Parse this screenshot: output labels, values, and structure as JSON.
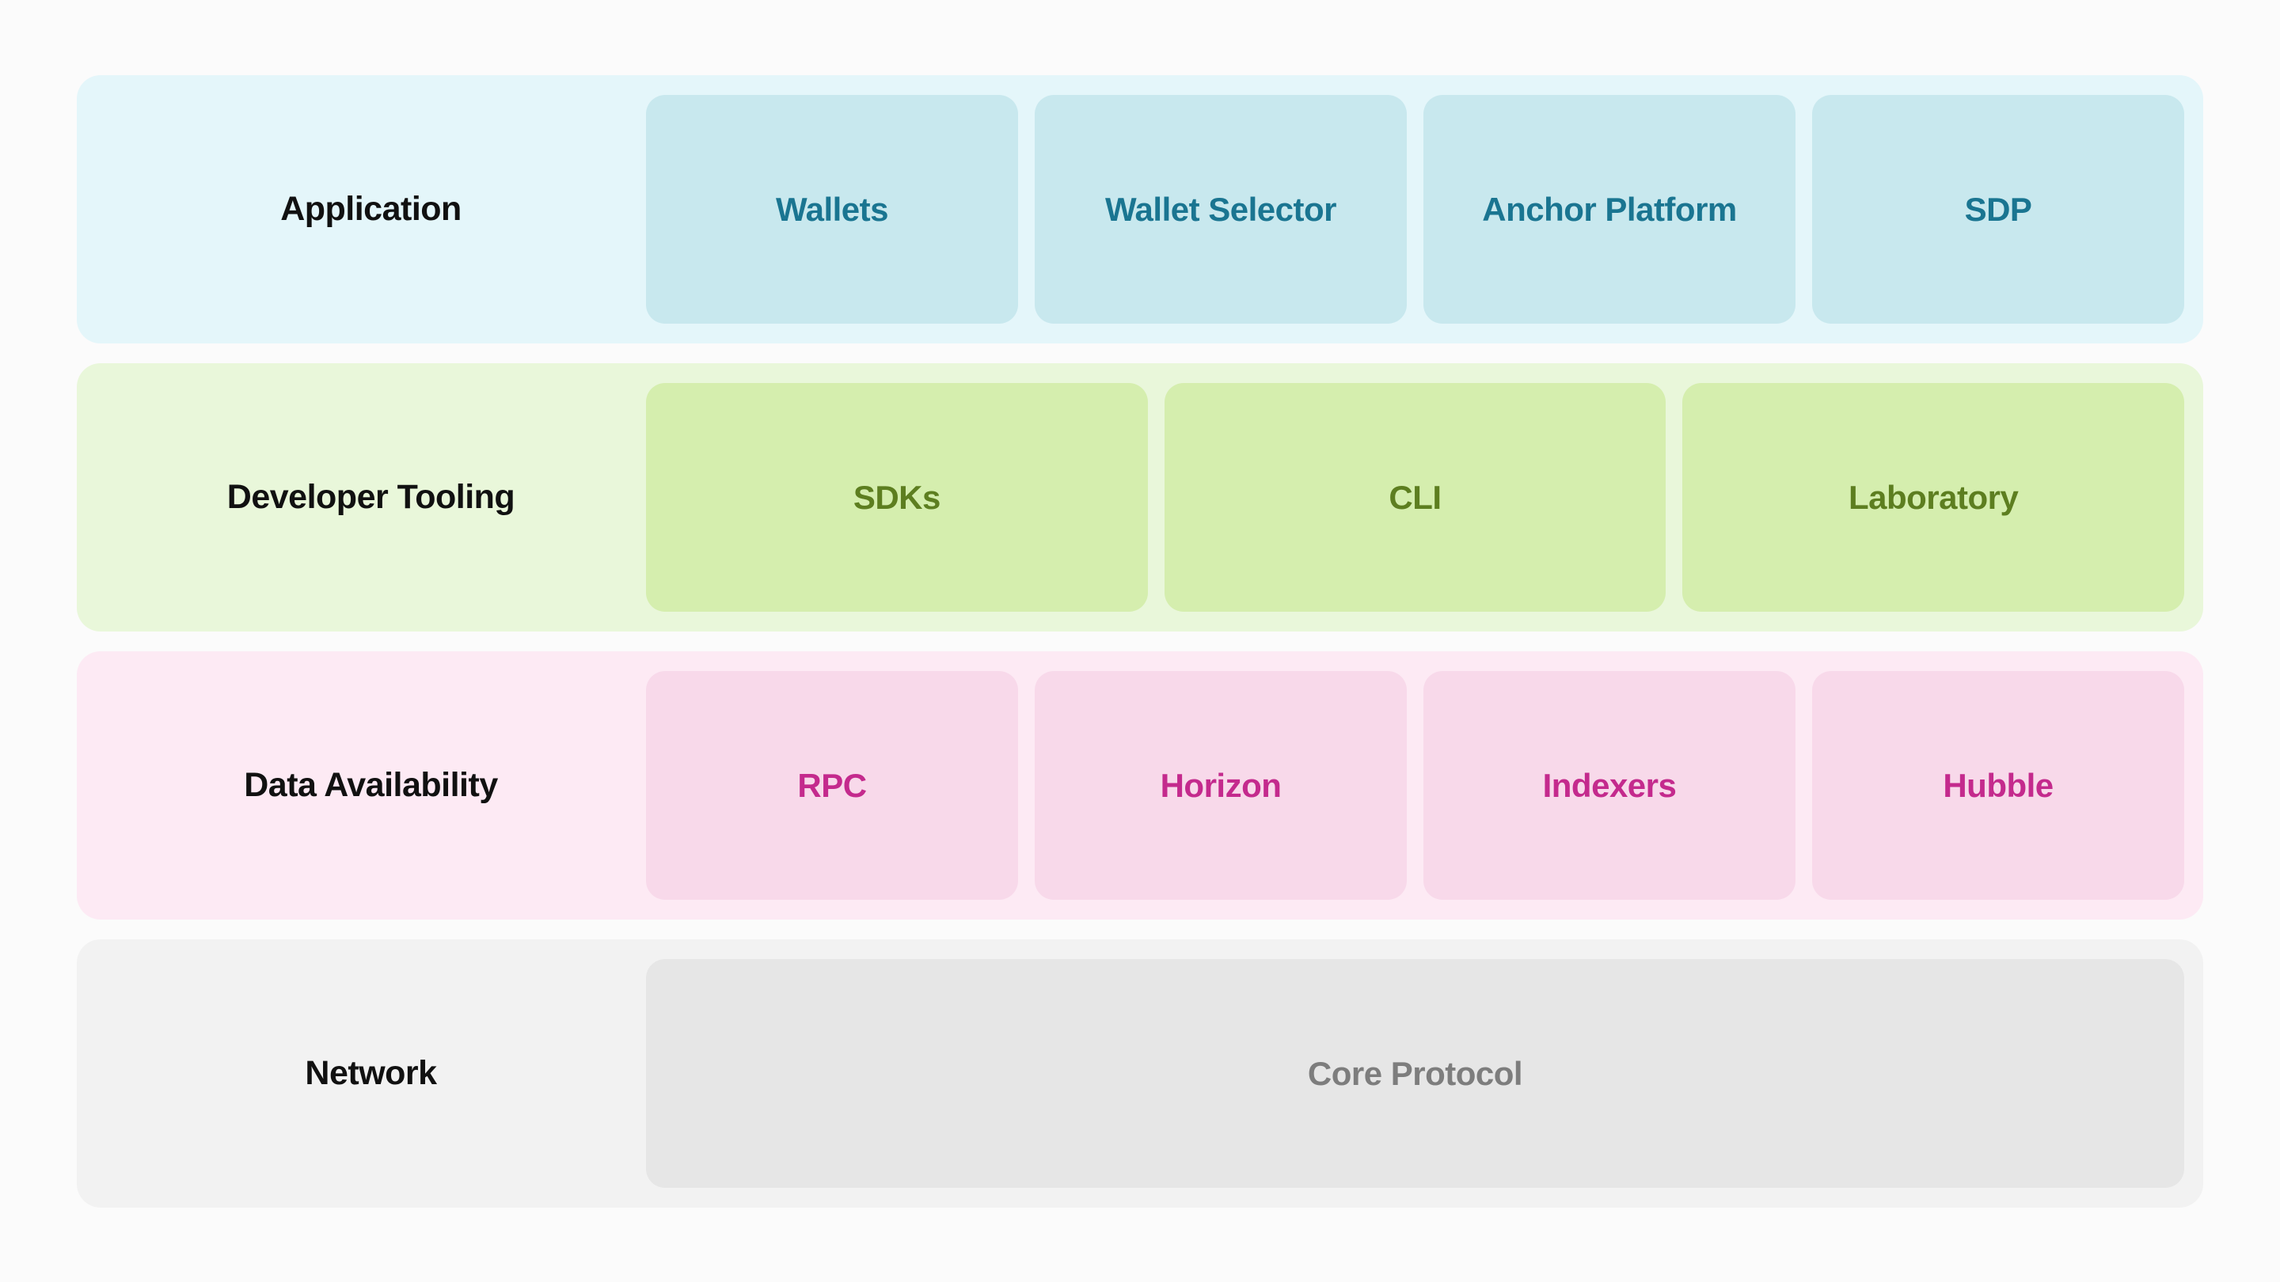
{
  "page": {
    "background": "#fbfbfb"
  },
  "layers": [
    {
      "id": "application",
      "label": "Application",
      "band_color": "#e4f6fa",
      "card_color": "#c8e8ee",
      "text_color": "#1a7591",
      "items": [
        "Wallets",
        "Wallet Selector",
        "Anchor Platform",
        "SDP"
      ]
    },
    {
      "id": "developer-tooling",
      "label": "Developer Tooling",
      "band_color": "#e9f7da",
      "card_color": "#d5eeae",
      "text_color": "#5d7e20",
      "items": [
        "SDKs",
        "CLI",
        "Laboratory"
      ]
    },
    {
      "id": "data-availability",
      "label": "Data Availability",
      "band_color": "#fdeaf4",
      "card_color": "#f8d9ea",
      "text_color": "#c42a8d",
      "items": [
        "RPC",
        "Horizon",
        "Indexers",
        "Hubble"
      ]
    },
    {
      "id": "network",
      "label": "Network",
      "band_color": "#f2f2f2",
      "card_color": "#e6e6e6",
      "text_color": "#7d7d7d",
      "items": [
        "Core Protocol"
      ]
    }
  ]
}
